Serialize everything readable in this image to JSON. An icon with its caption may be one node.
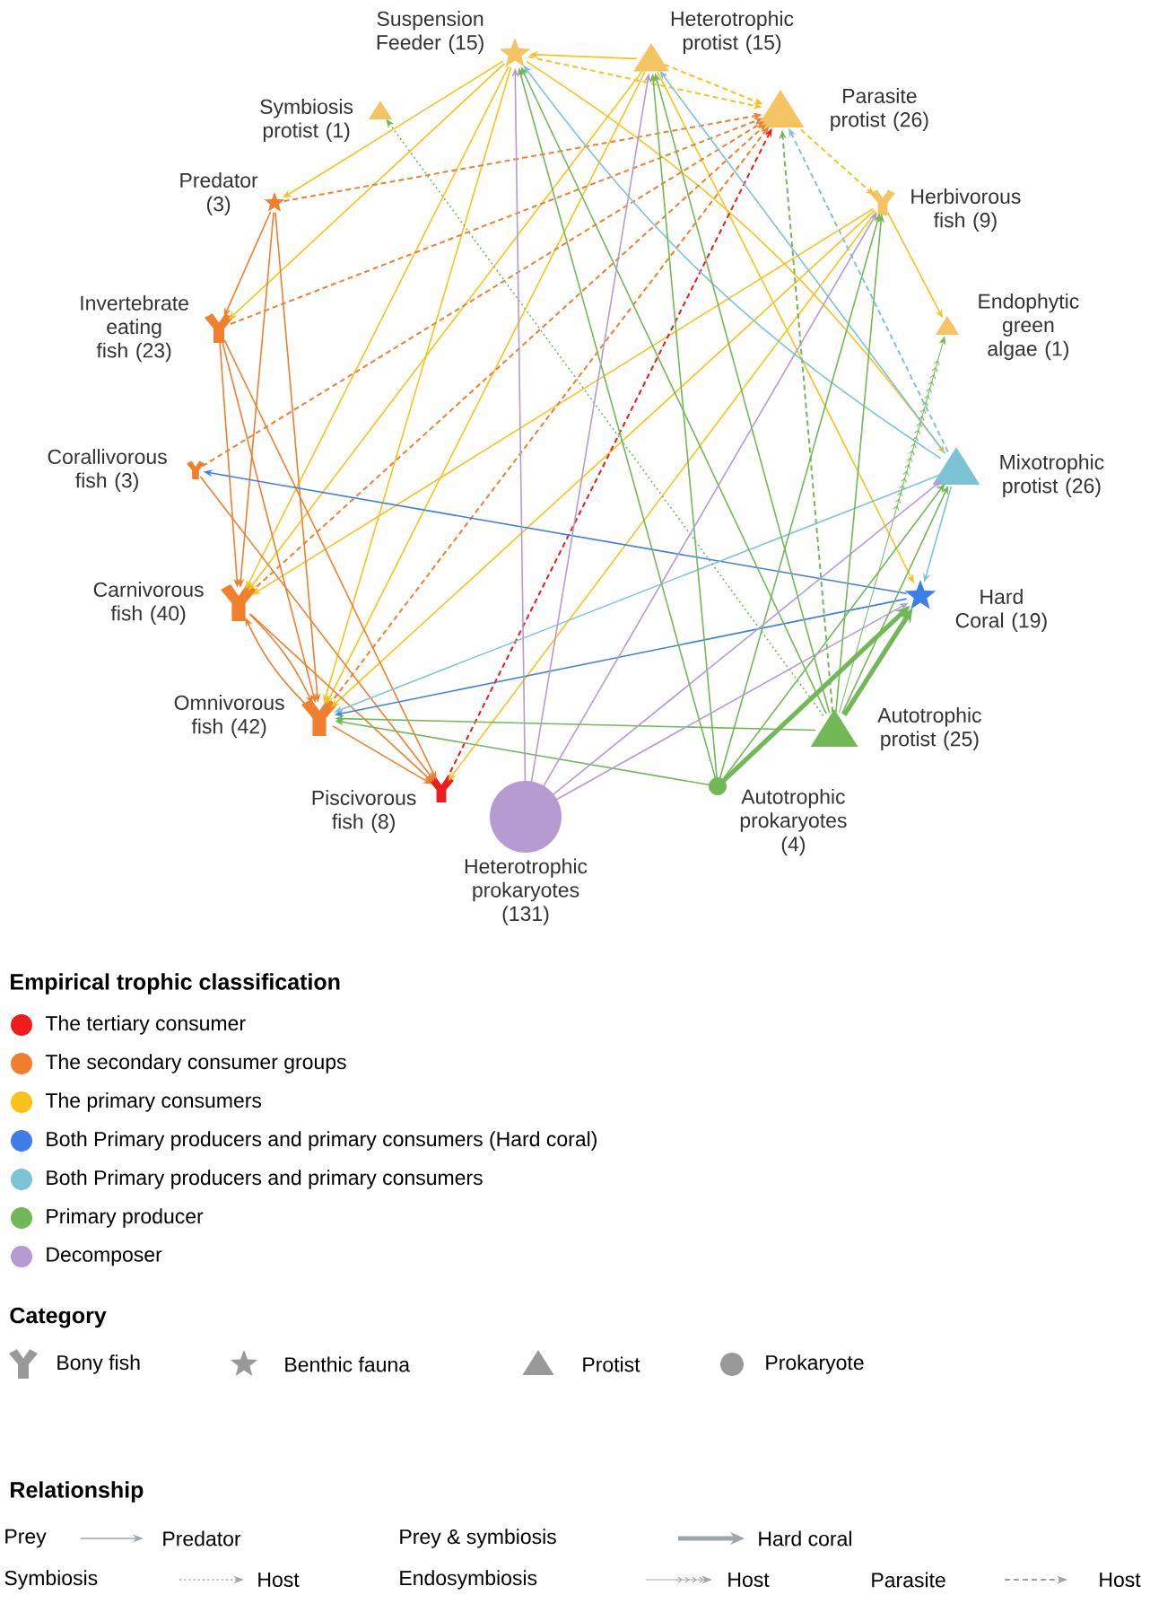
{
  "diagram": {
    "nodes": [
      {
        "text": [
          "Suspension Feeder (15)"
        ]
      },
      {
        "text": [
          "Heterotrophic protist (15)"
        ]
      },
      {
        "text": [
          "Symbiosis protist (1)"
        ]
      },
      {
        "text": [
          "Parasite protist (26)"
        ]
      },
      {
        "text": [
          "Predator (3)"
        ]
      },
      {
        "text": [
          "Herbivorous fish (9)"
        ]
      },
      {
        "text": [
          "Invertebrate eating fish (23)"
        ]
      },
      {
        "text": [
          "Endophytic green algae (1)"
        ]
      },
      {
        "text": [
          "Corallivorous fish (3)"
        ]
      },
      {
        "text": [
          "Mixotrophic protist (26)"
        ]
      },
      {
        "text": [
          "Carnivorous fish (40)"
        ]
      },
      {
        "text": [
          "Hard Coral (19)"
        ]
      },
      {
        "text": [
          "Omnivorous fish (42)"
        ]
      },
      {
        "text": [
          "Autotrophic protist (25)"
        ]
      },
      {
        "text": [
          "Piscivorous fish (8)"
        ]
      },
      {
        "text": [
          "Autotrophic prokaryotes (4)"
        ]
      },
      {
        "text": [
          "Heterotrophic prokaryotes (131)"
        ]
      }
    ],
    "edges": [
      {
        "from": 1,
        "to": 0,
        "arrow": "to",
        "color": "#f9c21a"
      },
      {
        "from": 0,
        "to": 4,
        "arrow": "to",
        "color": "#f9c21a"
      },
      {
        "from": 0,
        "to": 6,
        "arrow": "to",
        "color": "#f9c21a"
      },
      {
        "from": 0,
        "to": 10,
        "arrow": "to",
        "color": "#f9c21a"
      },
      {
        "from": 0,
        "to": 12,
        "arrow": "to",
        "color": "#f9c21a"
      },
      {
        "from": 0,
        "to": 9,
        "arrow": "to",
        "color": "#f9c21a"
      },
      {
        "from": 1,
        "to": 10,
        "arrow": "to",
        "color": "#f9c21a"
      },
      {
        "from": 1,
        "to": 12,
        "arrow": "to",
        "color": "#f9c21a"
      },
      {
        "from": 1,
        "to": 11,
        "arrow": "to",
        "color": "#f9c21a"
      },
      {
        "from": 5,
        "to": 10,
        "arrow": "to",
        "color": "#f9c21a"
      },
      {
        "from": 5,
        "to": 12,
        "arrow": "to",
        "color": "#f9c21a"
      },
      {
        "from": 5,
        "to": 14,
        "arrow": "to",
        "color": "#f9c21a"
      },
      {
        "from": 5,
        "to": 7,
        "arrow": "to",
        "color": "#f9c21a"
      },
      {
        "from": 0,
        "to": 3,
        "arrow": "to",
        "style": "dashed",
        "color": "#f9c21a"
      },
      {
        "from": 1,
        "to": 3,
        "arrow": "to",
        "style": "dashed",
        "color": "#f9c21a"
      },
      {
        "from": 3,
        "to": 5,
        "arrow": "to",
        "style": "dashed",
        "color": "#f9c21a"
      },
      {
        "from": 4,
        "to": 3,
        "arrow": "to",
        "style": "dashed",
        "color": "#f07f2e"
      },
      {
        "from": 6,
        "to": 3,
        "arrow": "to",
        "style": "dashed",
        "color": "#f07f2e"
      },
      {
        "from": 8,
        "to": 3,
        "arrow": "to",
        "style": "dashed",
        "color": "#f07f2e"
      },
      {
        "from": 10,
        "to": 3,
        "arrow": "to",
        "style": "dashed",
        "color": "#f07f2e"
      },
      {
        "from": 12,
        "to": 3,
        "arrow": "to",
        "style": "dashed",
        "color": "#f07f2e"
      },
      {
        "from": 14,
        "to": 3,
        "arrow": "to",
        "style": "dashed",
        "color": "#ee1c1c"
      },
      {
        "from": 13,
        "to": 3,
        "arrow": "to",
        "style": "dashed",
        "color": "#72b857"
      },
      {
        "from": 9,
        "to": 3,
        "arrow": "to",
        "style": "dashed",
        "color": "#7dc3d6"
      },
      {
        "from": 4,
        "to": 6,
        "arrow": "to",
        "color": "#f07f2e"
      },
      {
        "from": 4,
        "to": 10,
        "arrow": "to",
        "color": "#f07f2e"
      },
      {
        "from": 4,
        "to": 12,
        "arrow": "to",
        "color": "#f07f2e"
      },
      {
        "from": 6,
        "to": 10,
        "arrow": "to",
        "color": "#f07f2e"
      },
      {
        "from": 6,
        "to": 12,
        "arrow": "to",
        "color": "#f07f2e"
      },
      {
        "from": 6,
        "to": 14,
        "arrow": "to",
        "color": "#f07f2e"
      },
      {
        "from": 8,
        "to": 14,
        "arrow": "to",
        "color": "#f07f2e"
      },
      {
        "from": 10,
        "to": 12,
        "arrow": "to",
        "color": "#f07f2e"
      },
      {
        "from": 12,
        "to": 10,
        "arrow": "to",
        "color": "#f07f2e"
      },
      {
        "from": 10,
        "to": 14,
        "arrow": "to",
        "color": "#f07f2e"
      },
      {
        "from": 12,
        "to": 14,
        "arrow": "to",
        "color": "#f07f2e"
      },
      {
        "from": 11,
        "to": 8,
        "arrow": "to",
        "color": "#3d7fe6"
      },
      {
        "from": 11,
        "to": 12,
        "arrow": "to",
        "color": "#3d7fe6"
      },
      {
        "from": 9,
        "to": 0,
        "arrow": "to",
        "color": "#7dc3d6"
      },
      {
        "from": 9,
        "to": 1,
        "arrow": "to",
        "color": "#7dc3d6"
      },
      {
        "from": 9,
        "to": 12,
        "arrow": "to",
        "color": "#7dc3d6"
      },
      {
        "from": 9,
        "to": 11,
        "arrow": "to",
        "color": "#7dc3d6"
      },
      {
        "from": 13,
        "to": 0,
        "arrow": "to",
        "color": "#72b857"
      },
      {
        "from": 13,
        "to": 1,
        "arrow": "to",
        "color": "#72b857"
      },
      {
        "from": 15,
        "to": 0,
        "arrow": "to",
        "color": "#72b857"
      },
      {
        "from": 15,
        "to": 1,
        "arrow": "to",
        "color": "#72b857"
      },
      {
        "from": 13,
        "to": 5,
        "arrow": "to",
        "color": "#72b857"
      },
      {
        "from": 15,
        "to": 5,
        "arrow": "to",
        "color": "#72b857"
      },
      {
        "from": 13,
        "to": 9,
        "arrow": "to",
        "color": "#72b857"
      },
      {
        "from": 15,
        "to": 9,
        "arrow": "to",
        "color": "#72b857"
      },
      {
        "from": 13,
        "to": 12,
        "arrow": "to",
        "color": "#72b857"
      },
      {
        "from": 15,
        "to": 12,
        "arrow": "to",
        "color": "#72b857"
      },
      {
        "from": 13,
        "to": 11,
        "arrow": "to",
        "style": "thick",
        "color": "#72b857"
      },
      {
        "from": 15,
        "to": 11,
        "arrow": "to",
        "style": "thick",
        "color": "#72b857"
      },
      {
        "from": 13,
        "to": 7,
        "arrow": "to",
        "color": "#72b857"
      },
      {
        "from": 13,
        "to": 2,
        "arrow": "to",
        "style": "dashed",
        "color": "#72b857"
      },
      {
        "from": 16,
        "to": 0,
        "arrow": "to",
        "color": "#b59bd1"
      },
      {
        "from": 16,
        "to": 1,
        "arrow": "to",
        "color": "#b59bd1"
      },
      {
        "from": 16,
        "to": 5,
        "arrow": "to",
        "color": "#b59bd1"
      },
      {
        "from": 16,
        "to": 9,
        "arrow": "to",
        "color": "#b59bd1"
      },
      {
        "from": 16,
        "to": 11,
        "arrow": "to",
        "color": "#b59bd1"
      }
    ],
    "labels": [
      "Empirical trophic classification",
      "Category",
      "Relationship",
      "Predator",
      "Hard coral",
      "Host",
      "Host",
      "Host"
    ],
    "legend": [
      {
        "text": "The tertiary consumer",
        "color": "#ee1c1c"
      },
      {
        "text": "The secondary consumer groups",
        "color": "#f07f2e"
      },
      {
        "text": "The primary consumers",
        "color": "#f9c21a"
      },
      {
        "text": "Both Primary producers and primary consumers (Hard coral)",
        "color": "#3d7fe6"
      },
      {
        "text": "Both Primary producers and primary consumers",
        "color": "#7dc3d6"
      },
      {
        "text": "Primary producer",
        "color": "#72b857"
      },
      {
        "text": "Decomposer",
        "color": "#b59bd1"
      },
      {
        "text": "Bony fish"
      },
      {
        "text": "Benthic fauna"
      },
      {
        "text": "Protist"
      },
      {
        "text": "Prokaryote"
      },
      {
        "text": "Prey"
      },
      {
        "text": "Prey & symbiosis"
      },
      {
        "text": "Symbiosis"
      },
      {
        "text": "Endosymbiosis"
      },
      {
        "text": "Parasite"
      }
    ]
  }
}
